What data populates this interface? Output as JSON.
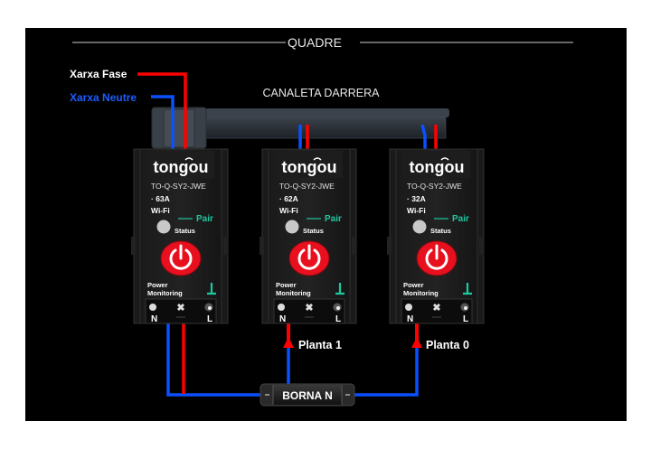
{
  "title": "QUADRE",
  "duct_label": "CANALETA DARRERA",
  "supply": {
    "phase_label": "Xarxa Fase",
    "neutral_label": "Xarxa Neutre"
  },
  "colors": {
    "phase": "#ff0000",
    "neutral": "#0a50ff",
    "neutral_label": "#1e5cff",
    "accent": "#1ec8a0",
    "power_button": "#e8101e"
  },
  "devices": [
    {
      "brand": "tongou",
      "model": "TO-Q-SY2-JWE",
      "rating": "· 63A",
      "wifi": "Wi-Fi",
      "pair": "Pair",
      "status": "Status",
      "pm1": "Power",
      "pm2": "Monitoring",
      "term_n": "N",
      "term_l": "L"
    },
    {
      "brand": "tongou",
      "model": "TO-Q-SY2-JWE",
      "rating": "· 62A",
      "wifi": "Wi-Fi",
      "pair": "Pair",
      "status": "Status",
      "pm1": "Power",
      "pm2": "Monitoring",
      "term_n": "N",
      "term_l": "L"
    },
    {
      "brand": "tongou",
      "model": "TO-Q-SY2-JWE",
      "rating": "· 32A",
      "wifi": "Wi-Fi",
      "pair": "Pair",
      "status": "Status",
      "pm1": "Power",
      "pm2": "Monitoring",
      "term_n": "N",
      "term_l": "L"
    }
  ],
  "outputs": [
    {
      "label": "Planta 1"
    },
    {
      "label": "Planta 0"
    }
  ],
  "terminal_block": {
    "label": "BORNA N"
  }
}
